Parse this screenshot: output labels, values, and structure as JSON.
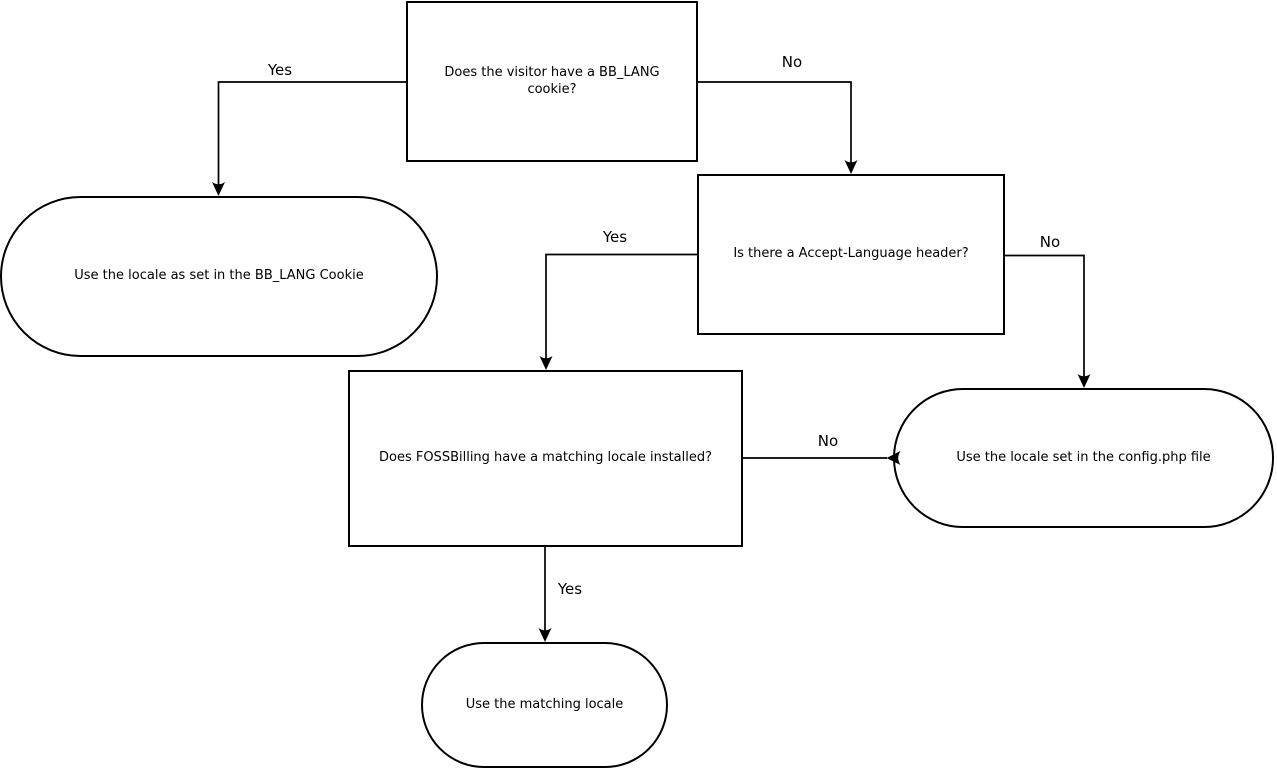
{
  "diagram": {
    "type": "flowchart",
    "colors": {
      "stroke": "#000000",
      "background": "#ffffff",
      "text": "#000000"
    },
    "nodes": [
      {
        "id": "bb-lang-cookie-question",
        "shape": "rectangle",
        "label": "Does the visitor have a BB_LANG cookie?"
      },
      {
        "id": "use-bb-lang-cookie-locale",
        "shape": "stadium",
        "label": "Use the locale as set in the BB_LANG Cookie"
      },
      {
        "id": "accept-language-question",
        "shape": "rectangle",
        "label": "Is there a Accept-Language header?"
      },
      {
        "id": "matching-locale-question",
        "shape": "rectangle",
        "label": "Does FOSSBilling have a matching locale installed?"
      },
      {
        "id": "use-config-php-locale",
        "shape": "stadium",
        "label": "Use the locale set in the config.php file"
      },
      {
        "id": "use-matching-locale",
        "shape": "stadium",
        "label": "Use the matching locale"
      }
    ],
    "edges": [
      {
        "from": "bb-lang-cookie-question",
        "to": "use-bb-lang-cookie-locale",
        "label": "Yes"
      },
      {
        "from": "bb-lang-cookie-question",
        "to": "accept-language-question",
        "label": "No"
      },
      {
        "from": "accept-language-question",
        "to": "matching-locale-question",
        "label": "Yes"
      },
      {
        "from": "accept-language-question",
        "to": "use-config-php-locale",
        "label": "No"
      },
      {
        "from": "matching-locale-question",
        "to": "use-config-php-locale",
        "label": "No"
      },
      {
        "from": "matching-locale-question",
        "to": "use-matching-locale",
        "label": "Yes"
      }
    ]
  }
}
